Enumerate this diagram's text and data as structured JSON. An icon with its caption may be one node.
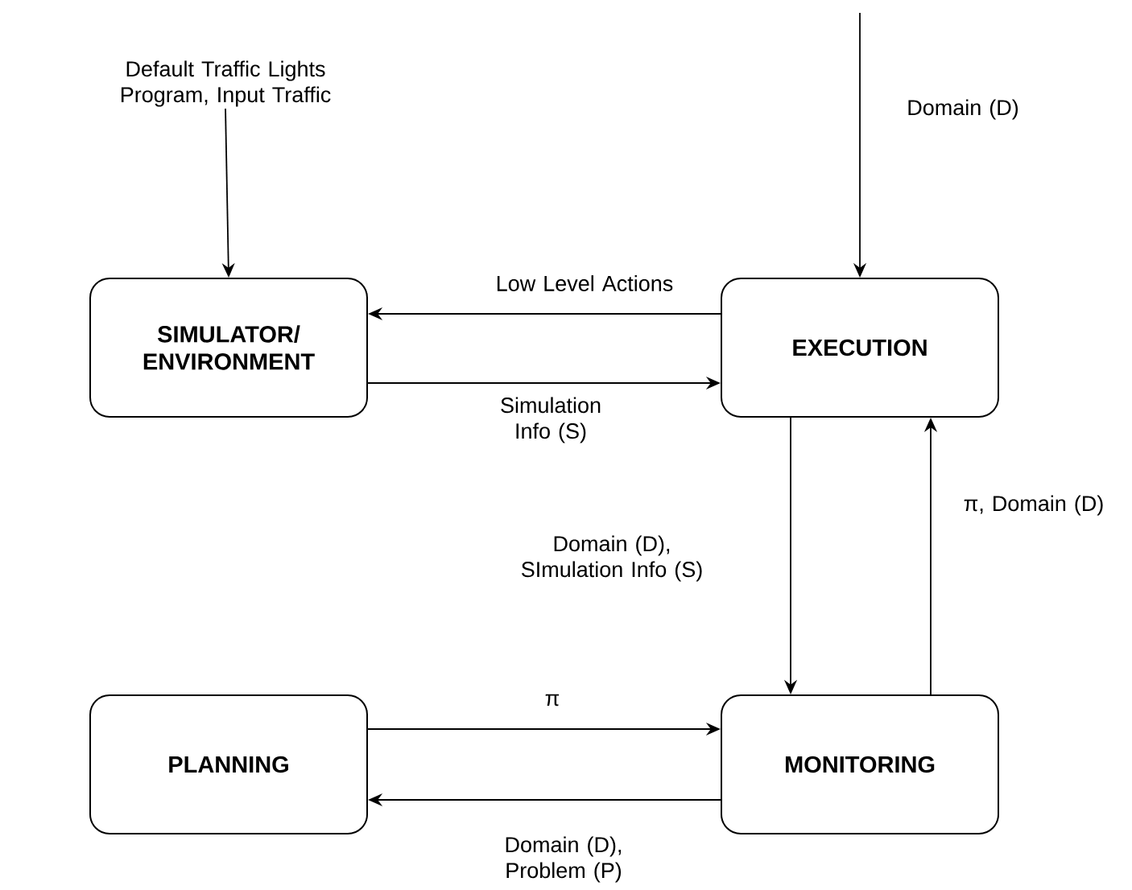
{
  "diagram": {
    "nodes": [
      {
        "text": [
          "Default Traffic Lights Program, Input Traffic"
        ]
      },
      {
        "text": [
          "SIMULATOR/ ENVIRONMENT"
        ]
      },
      {
        "text": [
          "EXECUTION"
        ]
      },
      {
        "text": [
          "PLANNING"
        ]
      },
      {
        "text": [
          "MONITORING"
        ]
      }
    ],
    "edges": [
      {
        "from": 0,
        "to": 1,
        "arrow": "to"
      },
      {
        "from": null,
        "to": 2,
        "arrow": "to",
        "label": "Domain (D)"
      },
      {
        "from": 2,
        "to": 1,
        "arrow": "to",
        "label": "Low Level Actions"
      },
      {
        "from": 1,
        "to": 2,
        "arrow": "to",
        "label": "Simulation Info (S)"
      },
      {
        "from": 2,
        "to": 4,
        "arrow": "to",
        "label": "Domain (D), SImulation Info (S)"
      },
      {
        "from": 4,
        "to": 2,
        "arrow": "to",
        "label": "π, Domain (D)"
      },
      {
        "from": 3,
        "to": 4,
        "arrow": "to",
        "label": "π"
      },
      {
        "from": 4,
        "to": 3,
        "arrow": "to",
        "label": "Domain (D), Problem (P)"
      }
    ]
  }
}
